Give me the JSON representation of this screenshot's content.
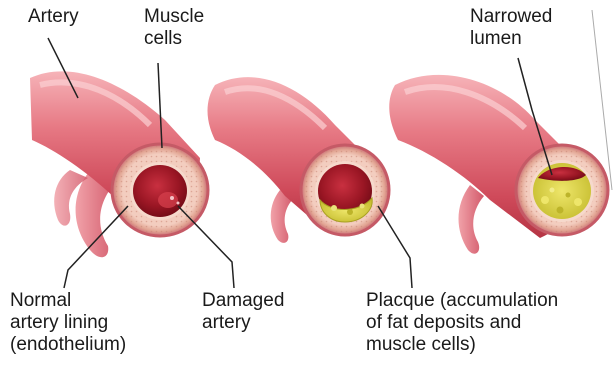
{
  "labels": {
    "artery": "Artery",
    "muscle_cells": "Muscle\ncells",
    "narrowed_lumen": "Narrowed\nlumen",
    "normal_lining": "Normal\nartery lining\n(endothelium)",
    "damaged_artery": "Damaged\nartery",
    "plaque": "Placque (accumulation\nof fat deposits and\nmuscle cells)"
  },
  "colors": {
    "vessel_dark": "#c0394a",
    "vessel_mid": "#e46a77",
    "vessel_light": "#f4a7ae",
    "wall_ring": "#e8b7a6",
    "wall_outer": "#d4707c",
    "lumen_dark": "#7a0f1a",
    "lumen_mid": "#b3202c",
    "plaque": "#d9d14a",
    "plaque_dark": "#a8a022",
    "leader": "#222222"
  }
}
